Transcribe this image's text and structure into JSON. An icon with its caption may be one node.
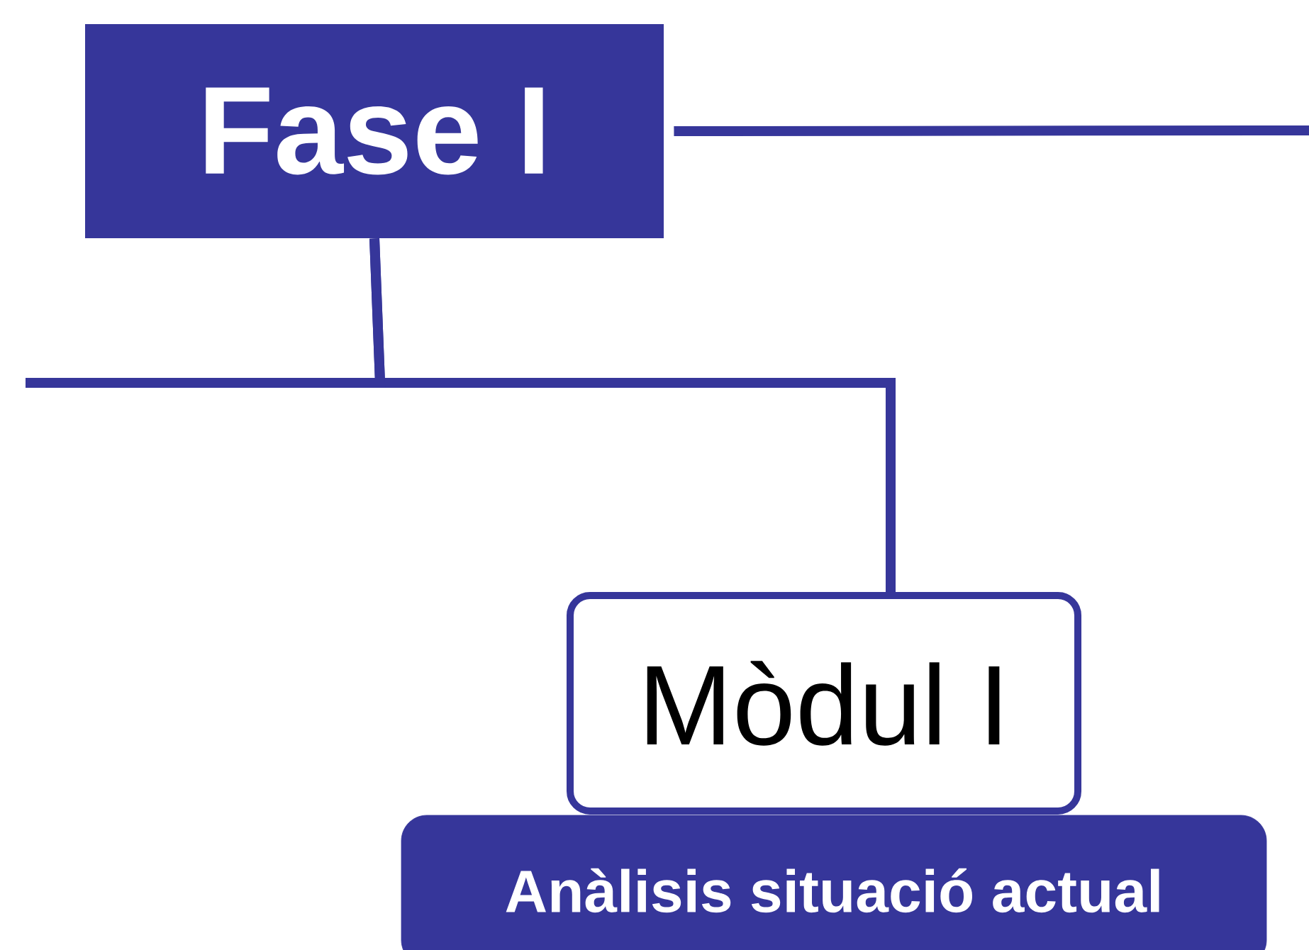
{
  "diagram": {
    "nodes": [
      {
        "text": [
          "Fase I"
        ]
      },
      {
        "text": [
          "Mòdul I"
        ]
      },
      {
        "text": [
          "Anàlisis situació actual"
        ]
      }
    ],
    "edges": [
      {
        "from": 0,
        "to": 1,
        "arrow": "none"
      },
      {
        "from": 0,
        "to": null,
        "arrow": "none"
      },
      {
        "from": 0,
        "to": null,
        "arrow": "none"
      }
    ]
  }
}
